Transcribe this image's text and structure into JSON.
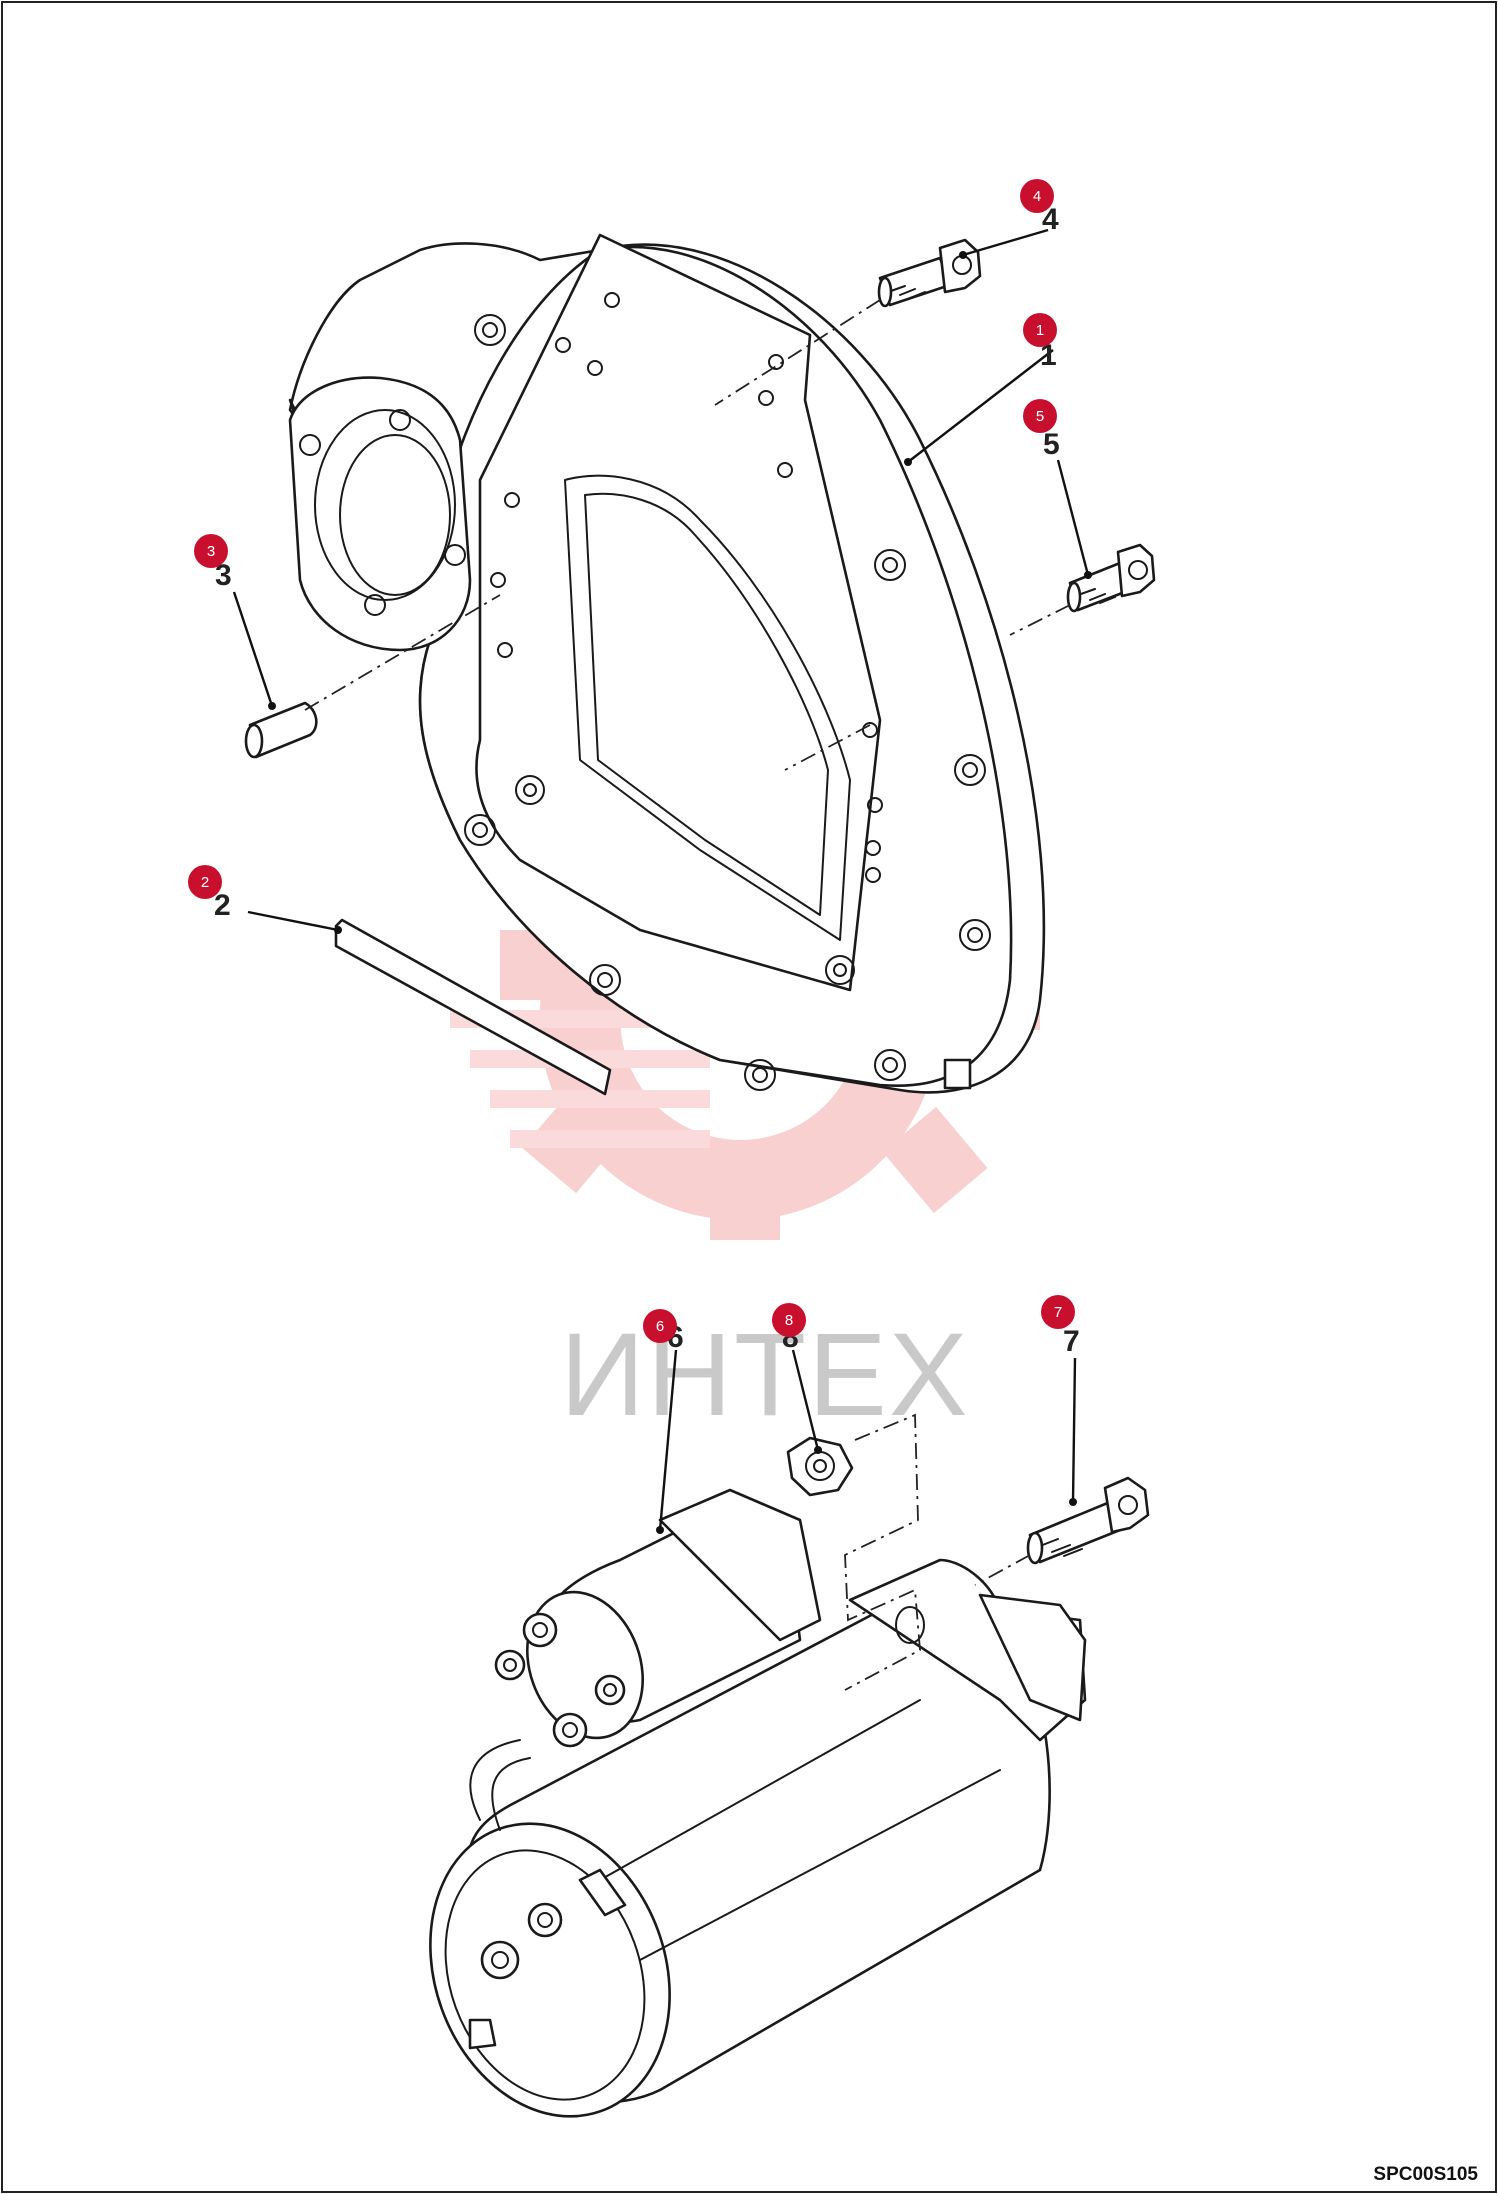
{
  "diagram": {
    "watermark_text": "ИНТЕХ",
    "drawing_code": "SPC00S105",
    "badge_color": "#c8102e",
    "watermark_color": "#f4b8b8",
    "callouts": [
      {
        "badge": "1",
        "label": "1"
      },
      {
        "badge": "2",
        "label": "2"
      },
      {
        "badge": "3",
        "label": "3"
      },
      {
        "badge": "4",
        "label": "4"
      },
      {
        "badge": "5",
        "label": "5"
      },
      {
        "badge": "6",
        "label": "6"
      },
      {
        "badge": "7",
        "label": "7"
      },
      {
        "badge": "8",
        "label": "8"
      }
    ]
  }
}
